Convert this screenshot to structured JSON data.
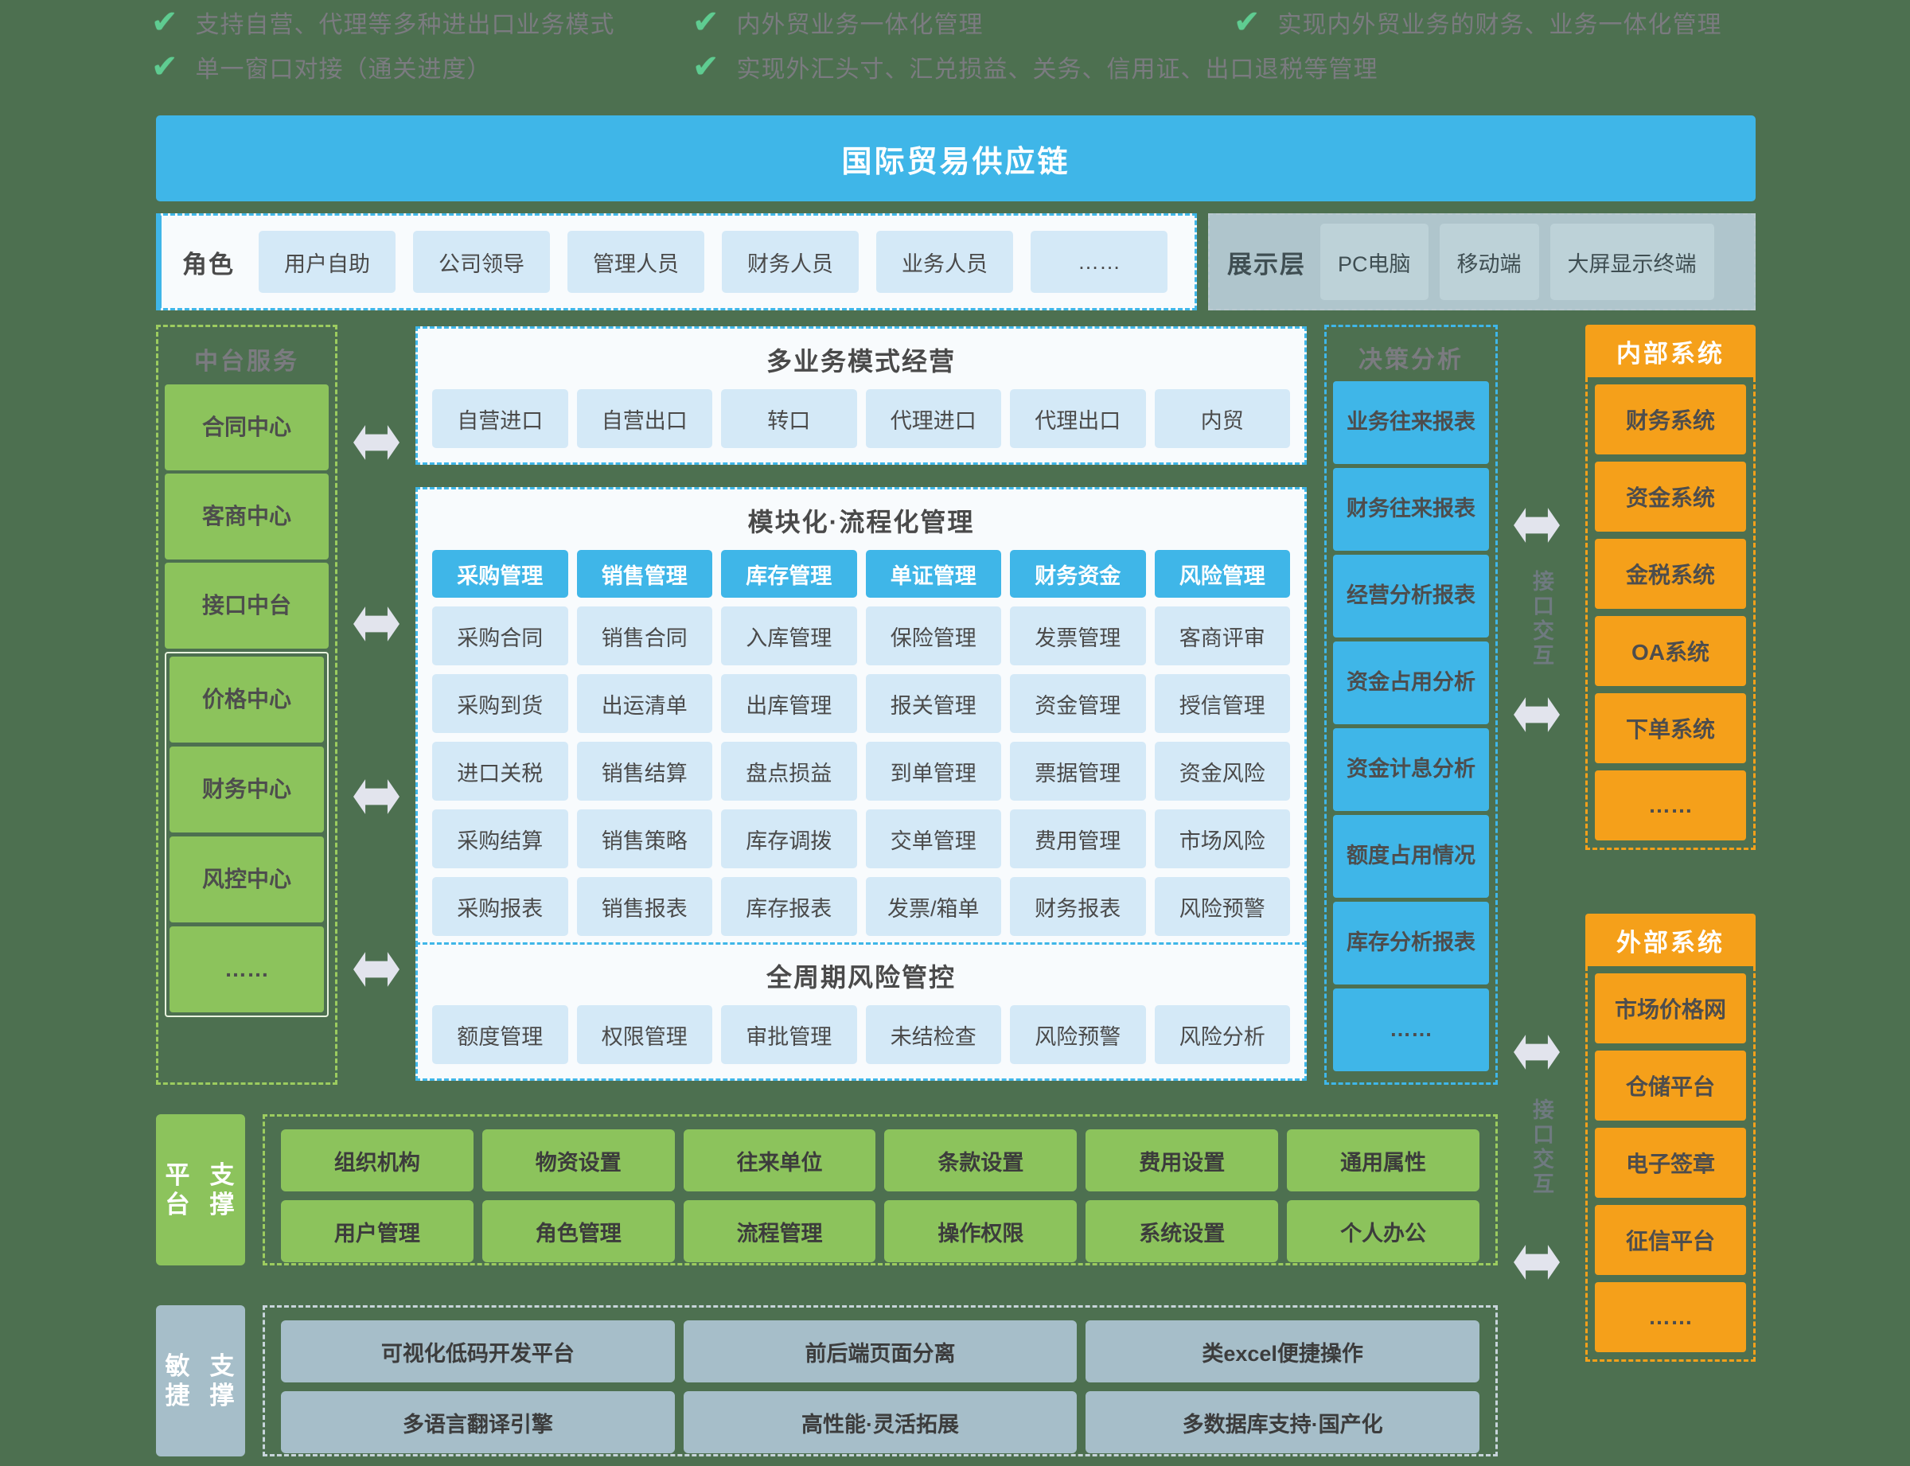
{
  "checklist": [
    "支持自营、代理等多种进出口业务模式",
    "单一窗口对接（通关进度）",
    "内外贸业务一体化管理",
    "实现外汇头寸、汇兑损益、关务、信用证、出口退税等管理",
    "实现内外贸业务的财务、业务一体化管理"
  ],
  "title": "国际贸易供应链",
  "role": {
    "label": "角色",
    "items": [
      "用户自助",
      "公司领导",
      "管理人员",
      "财务人员",
      "业务人员",
      "……"
    ]
  },
  "display_layer": {
    "label": "展示层",
    "items": [
      "PC电脑",
      "移动端",
      "大屏显示终端"
    ]
  },
  "mid_services": {
    "title": "中台服务",
    "items": [
      "合同\n中心",
      "客商\n中心",
      "接口\n中台"
    ],
    "grouped": [
      "价格\n中心",
      "财务\n中心",
      "风控\n中心",
      "……"
    ]
  },
  "business_modes": {
    "title": "多业务模式经营",
    "items": [
      "自营进口",
      "自营出口",
      "转口",
      "代理进口",
      "代理出口",
      "内贸"
    ]
  },
  "modules": {
    "title": "模块化·流程化管理",
    "headers": [
      "采购管理",
      "销售管理",
      "库存管理",
      "单证管理",
      "财务资金",
      "风险管理"
    ],
    "rows": [
      [
        "采购合同",
        "销售合同",
        "入库管理",
        "保险管理",
        "发票管理",
        "客商评审"
      ],
      [
        "采购到货",
        "出运清单",
        "出库管理",
        "报关管理",
        "资金管理",
        "授信管理"
      ],
      [
        "进口关税",
        "销售结算",
        "盘点损益",
        "到单管理",
        "票据管理",
        "资金风险"
      ],
      [
        "采购结算",
        "销售策略",
        "库存调拨",
        "交单管理",
        "费用管理",
        "市场风险"
      ],
      [
        "采购报表",
        "销售报表",
        "库存报表",
        "发票/箱单",
        "财务报表",
        "风险预警"
      ]
    ]
  },
  "risk_control": {
    "title": "全周期风险管控",
    "items": [
      "额度管理",
      "权限管理",
      "审批管理",
      "未结检查",
      "风险预警",
      "风险分析"
    ]
  },
  "decision": {
    "title": "决策分析",
    "items": [
      "业务往来\n报表",
      "财务往来\n报表",
      "经营分析\n报表",
      "资金占用\n分析",
      "资金计息\n分析",
      "额度占用\n情况",
      "库存分析\n报表",
      "……"
    ]
  },
  "interface_label": "接口交互",
  "internal_systems": {
    "title": "内部系统",
    "items": [
      "财务系统",
      "资金系统",
      "金税系统",
      "OA系统",
      "下单系统",
      "……"
    ]
  },
  "external_systems": {
    "title": "外部系统",
    "items": [
      "市场价格网",
      "仓储平台",
      "电子签章",
      "征信平台",
      "……"
    ]
  },
  "platform_support": {
    "label": "平台\n支撑",
    "items": [
      "组织机构",
      "物资设置",
      "往来单位",
      "条款设置",
      "费用设置",
      "通用属性",
      "用户管理",
      "角色管理",
      "流程管理",
      "操作权限",
      "系统设置",
      "个人办公"
    ]
  },
  "agile_support": {
    "label": "敏捷\n支撑",
    "items": [
      "可视化低码开发平台",
      "前后端页面分离",
      "类excel便捷操作",
      "多语言翻译引擎",
      "高性能·灵活拓展",
      "多数据库支持·国产化"
    ]
  },
  "colors": {
    "background": "#4d7050",
    "primary_blue": "#3fb6e8",
    "chip_blue": "#d4e9f7",
    "green": "#8cc35c",
    "orange": "#f5a01a",
    "slate": "#a6bec9",
    "arrow": "#e2e4ed",
    "tick": "#5fcc91"
  }
}
